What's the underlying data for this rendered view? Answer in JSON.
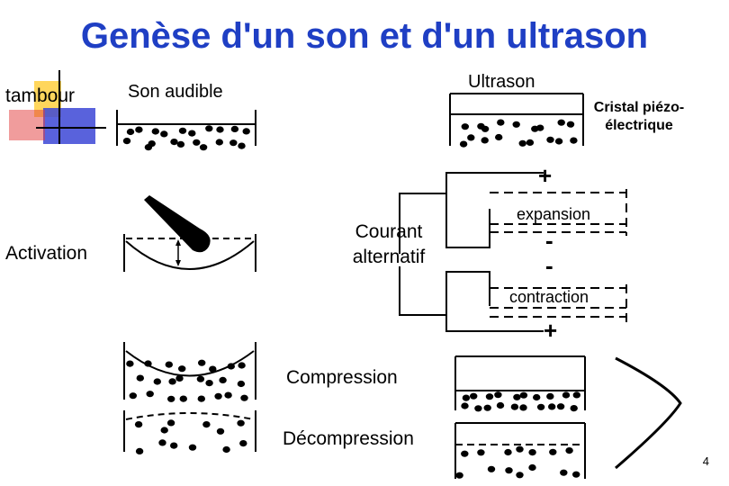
{
  "title": "Genèse d'un son et d'un ultrason",
  "labels": {
    "tambour": "tambour",
    "son_audible": "Son audible",
    "ultrason": "Ultrason",
    "cristal_line1": "Cristal piézo-",
    "cristal_line2": "électrique",
    "activation": "Activation",
    "courant_line1": "Courant",
    "courant_line2": "alternatif",
    "expansion": "expansion",
    "contraction": "contraction",
    "compression": "Compression",
    "decompression": "Décompression"
  },
  "signs": {
    "plus_top": "+",
    "minus_1": "-",
    "minus_2": "-",
    "plus_bottom": "+"
  },
  "page_number": "4",
  "colors": {
    "title": "#1f3fc4",
    "logo_yellow": "#ffd24a",
    "logo_blue": "#3c46d6",
    "logo_red": "#e23a3a"
  }
}
